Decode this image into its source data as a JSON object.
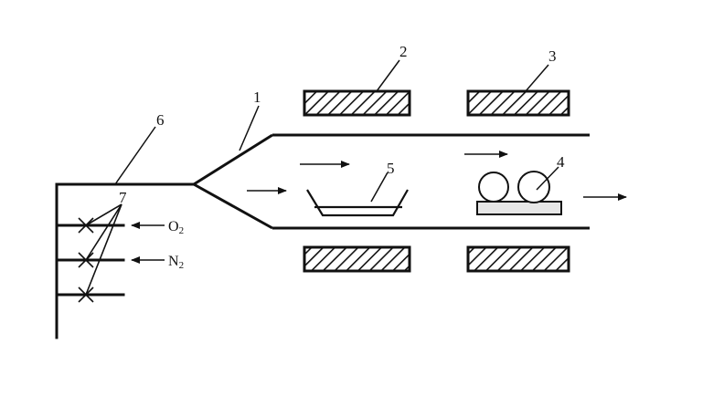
{
  "labels": {
    "tube": "1",
    "heater_left": "2",
    "heater_right": "3",
    "substrate": "4",
    "boat": "5",
    "gas_manifold": "6",
    "valves": "7"
  },
  "gases": {
    "oxygen": {
      "symbol": "O",
      "subscript": "2"
    },
    "nitrogen": {
      "symbol": "N",
      "subscript": "2"
    }
  },
  "colors": {
    "line": "#111111",
    "substrate_fill": "#e6e6e6",
    "hatch": "#111111"
  },
  "icons": [
    "flow-arrow-icon",
    "valve-x-icon",
    "hatched-heater-icon",
    "wafer-circle-icon"
  ]
}
